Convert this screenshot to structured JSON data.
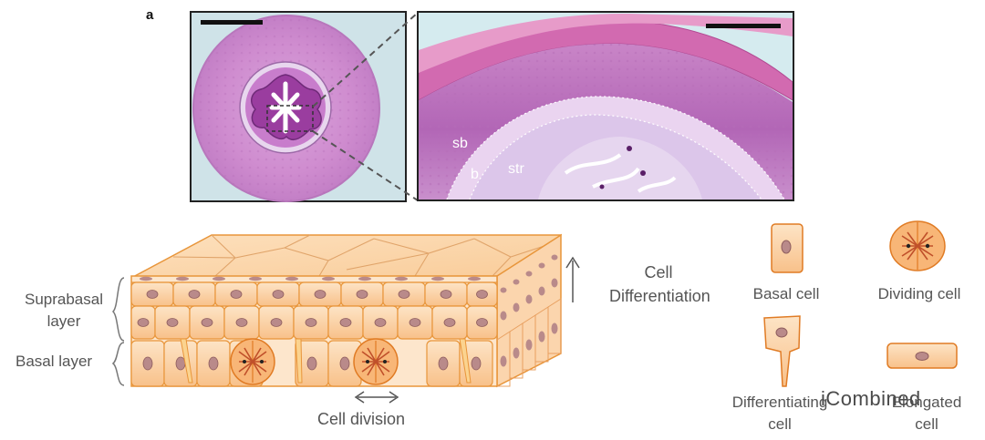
{
  "panel_label": "a",
  "histology": {
    "labels": {
      "sb": "sb",
      "b": "b",
      "str": "str"
    }
  },
  "diagram": {
    "suprabasal_label": [
      "Suprabasal",
      "layer"
    ],
    "basal_label": "Basal layer",
    "differentiation_label": [
      "Cell",
      "Differentiation"
    ],
    "division_label": "Cell division"
  },
  "legend": {
    "basal": "Basal cell",
    "dividing": "Dividing cell",
    "differentiating": [
      "Differentiating",
      "cell"
    ],
    "elongated": [
      "Elongated",
      "cell"
    ]
  },
  "watermark": "iCombined",
  "colors": {
    "cell_fill": "#fbd3a6",
    "cell_edge": "#e8953a",
    "nucleus": "#b98a8a",
    "tissue": "#c77ac9",
    "tissue_dark": "#8e3c9a",
    "stroma": "#dcc6ea"
  }
}
